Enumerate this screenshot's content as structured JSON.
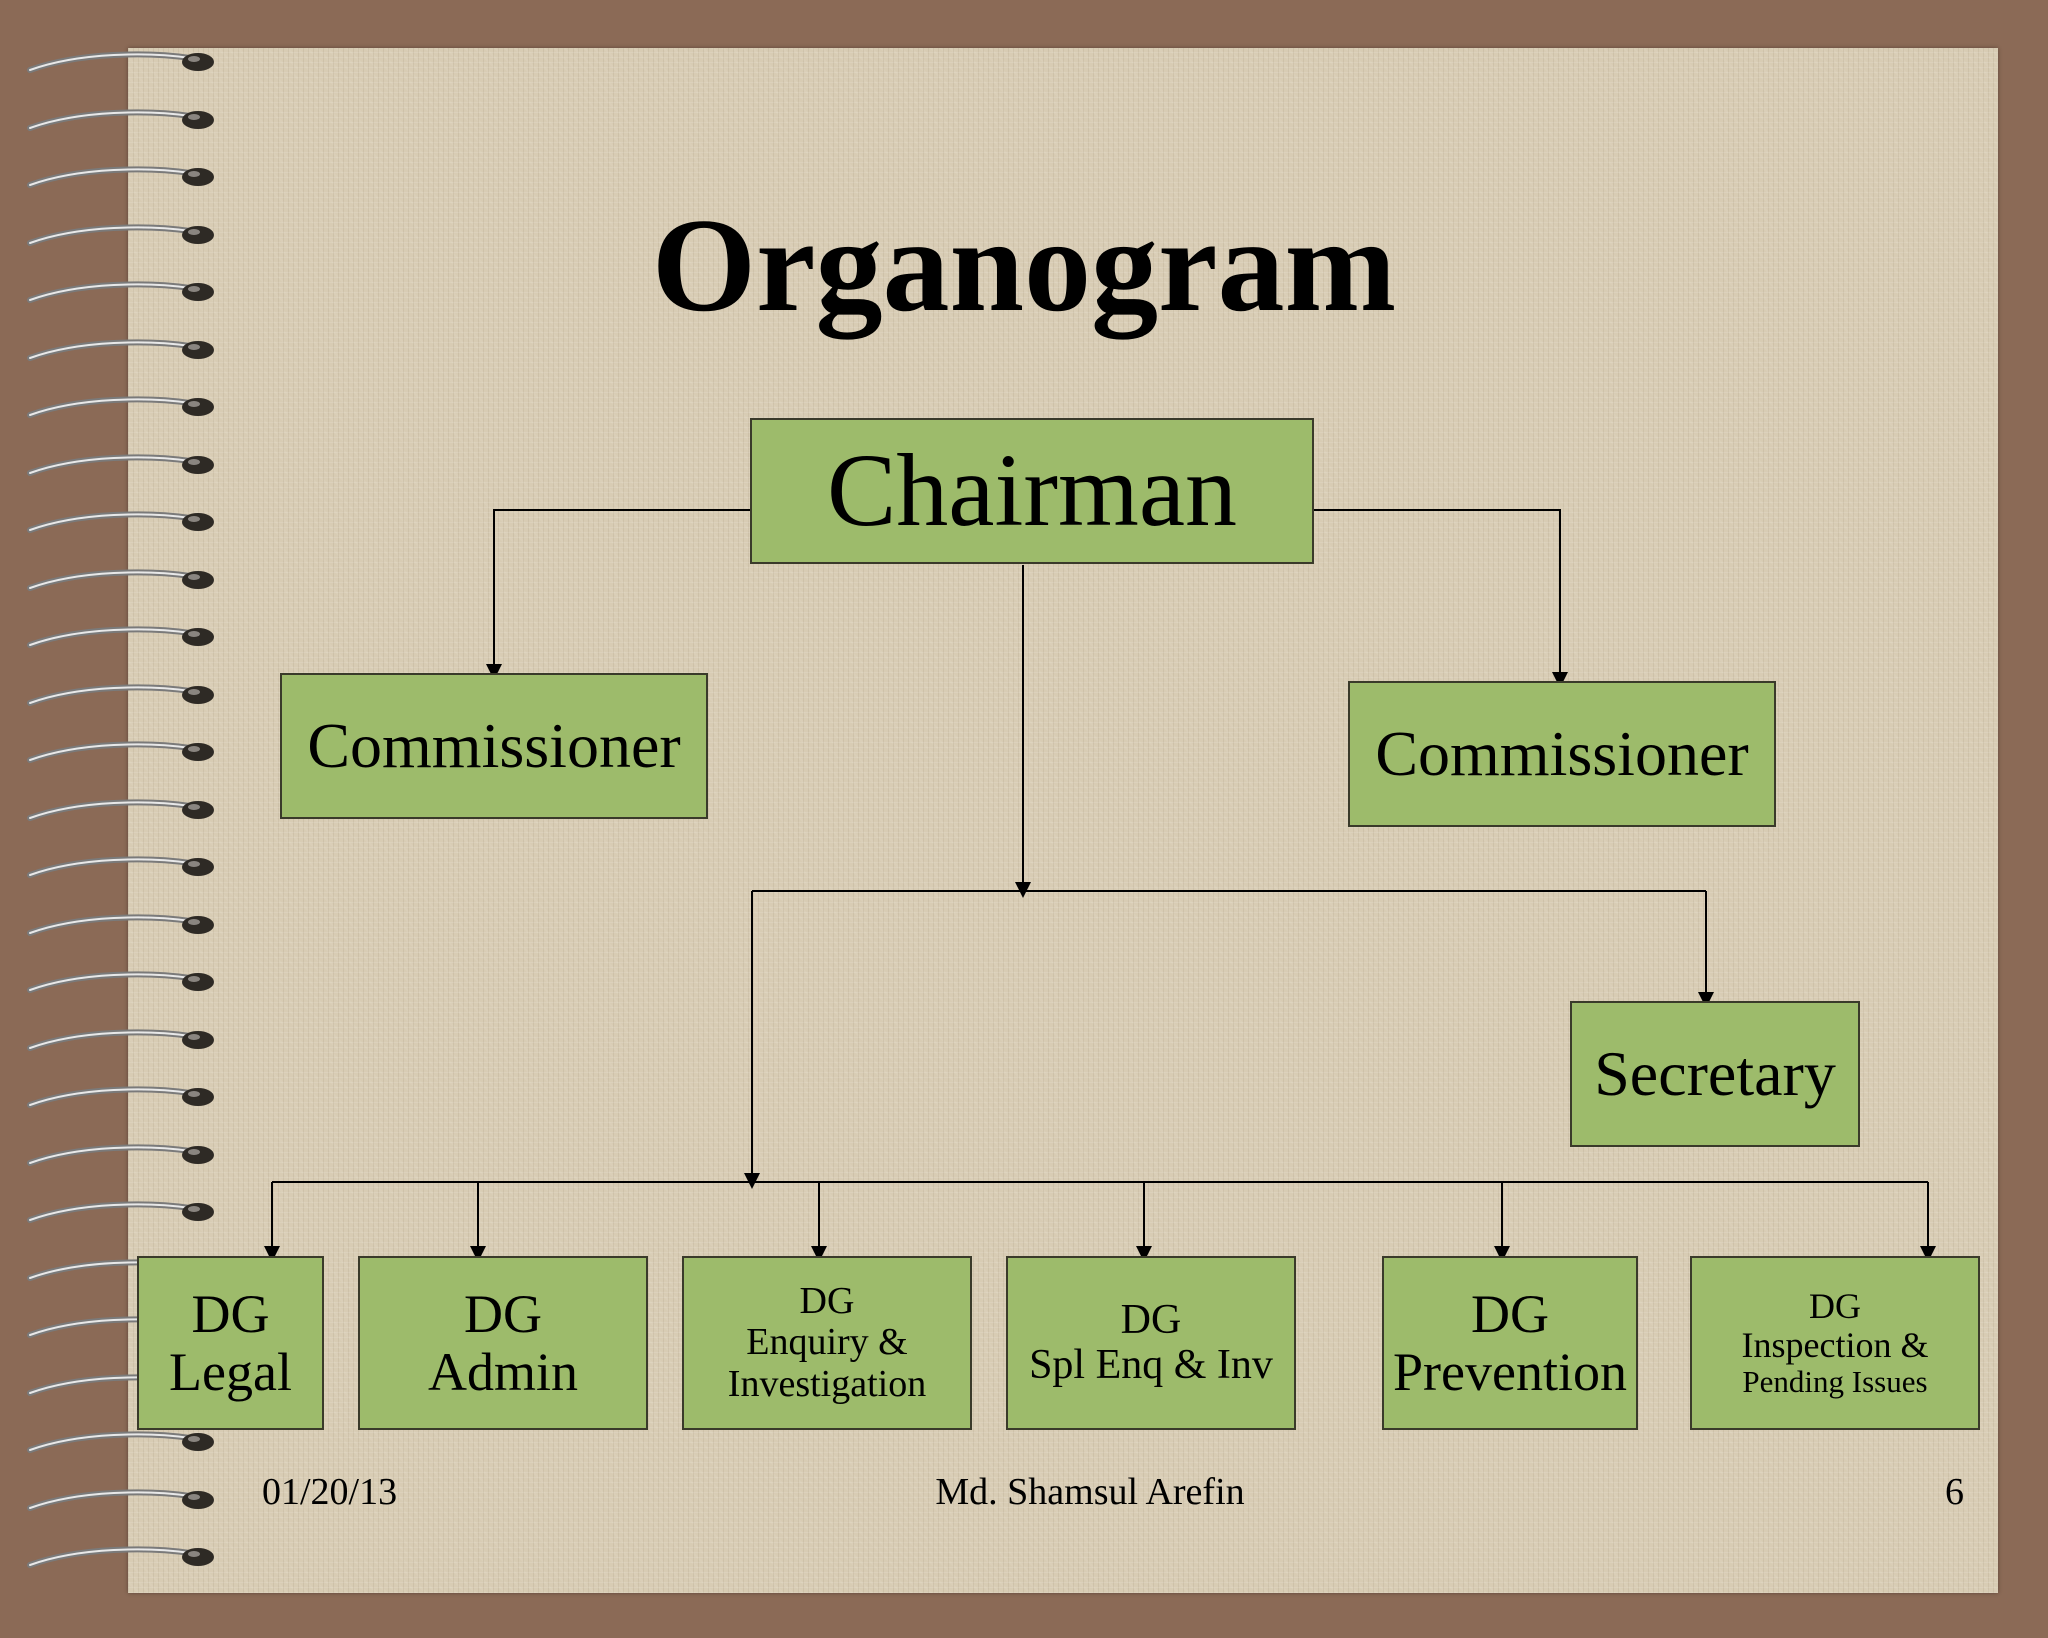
{
  "title": "Organogram",
  "nodes": {
    "chairman": "Chairman",
    "commissioner_left": "Commissioner",
    "commissioner_right": "Commissioner",
    "secretary": "Secretary",
    "dg_legal": [
      "DG",
      "Legal"
    ],
    "dg_admin": [
      "DG",
      "Admin"
    ],
    "dg_enquiry": [
      "DG",
      "Enquiry &",
      "Investigation"
    ],
    "dg_spl": [
      "DG",
      "Spl Enq & Inv"
    ],
    "dg_prevention": [
      "DG",
      "Prevention"
    ],
    "dg_inspection": [
      "DG",
      "Inspection &",
      "Pending Issues"
    ]
  },
  "footer": {
    "date": "01/20/13",
    "author": "Md. Shamsul Arefin",
    "page": "6"
  },
  "colors": {
    "box_fill": "#9dbb6b",
    "background": "#8b6a56",
    "paper": "#d8ccb4"
  }
}
